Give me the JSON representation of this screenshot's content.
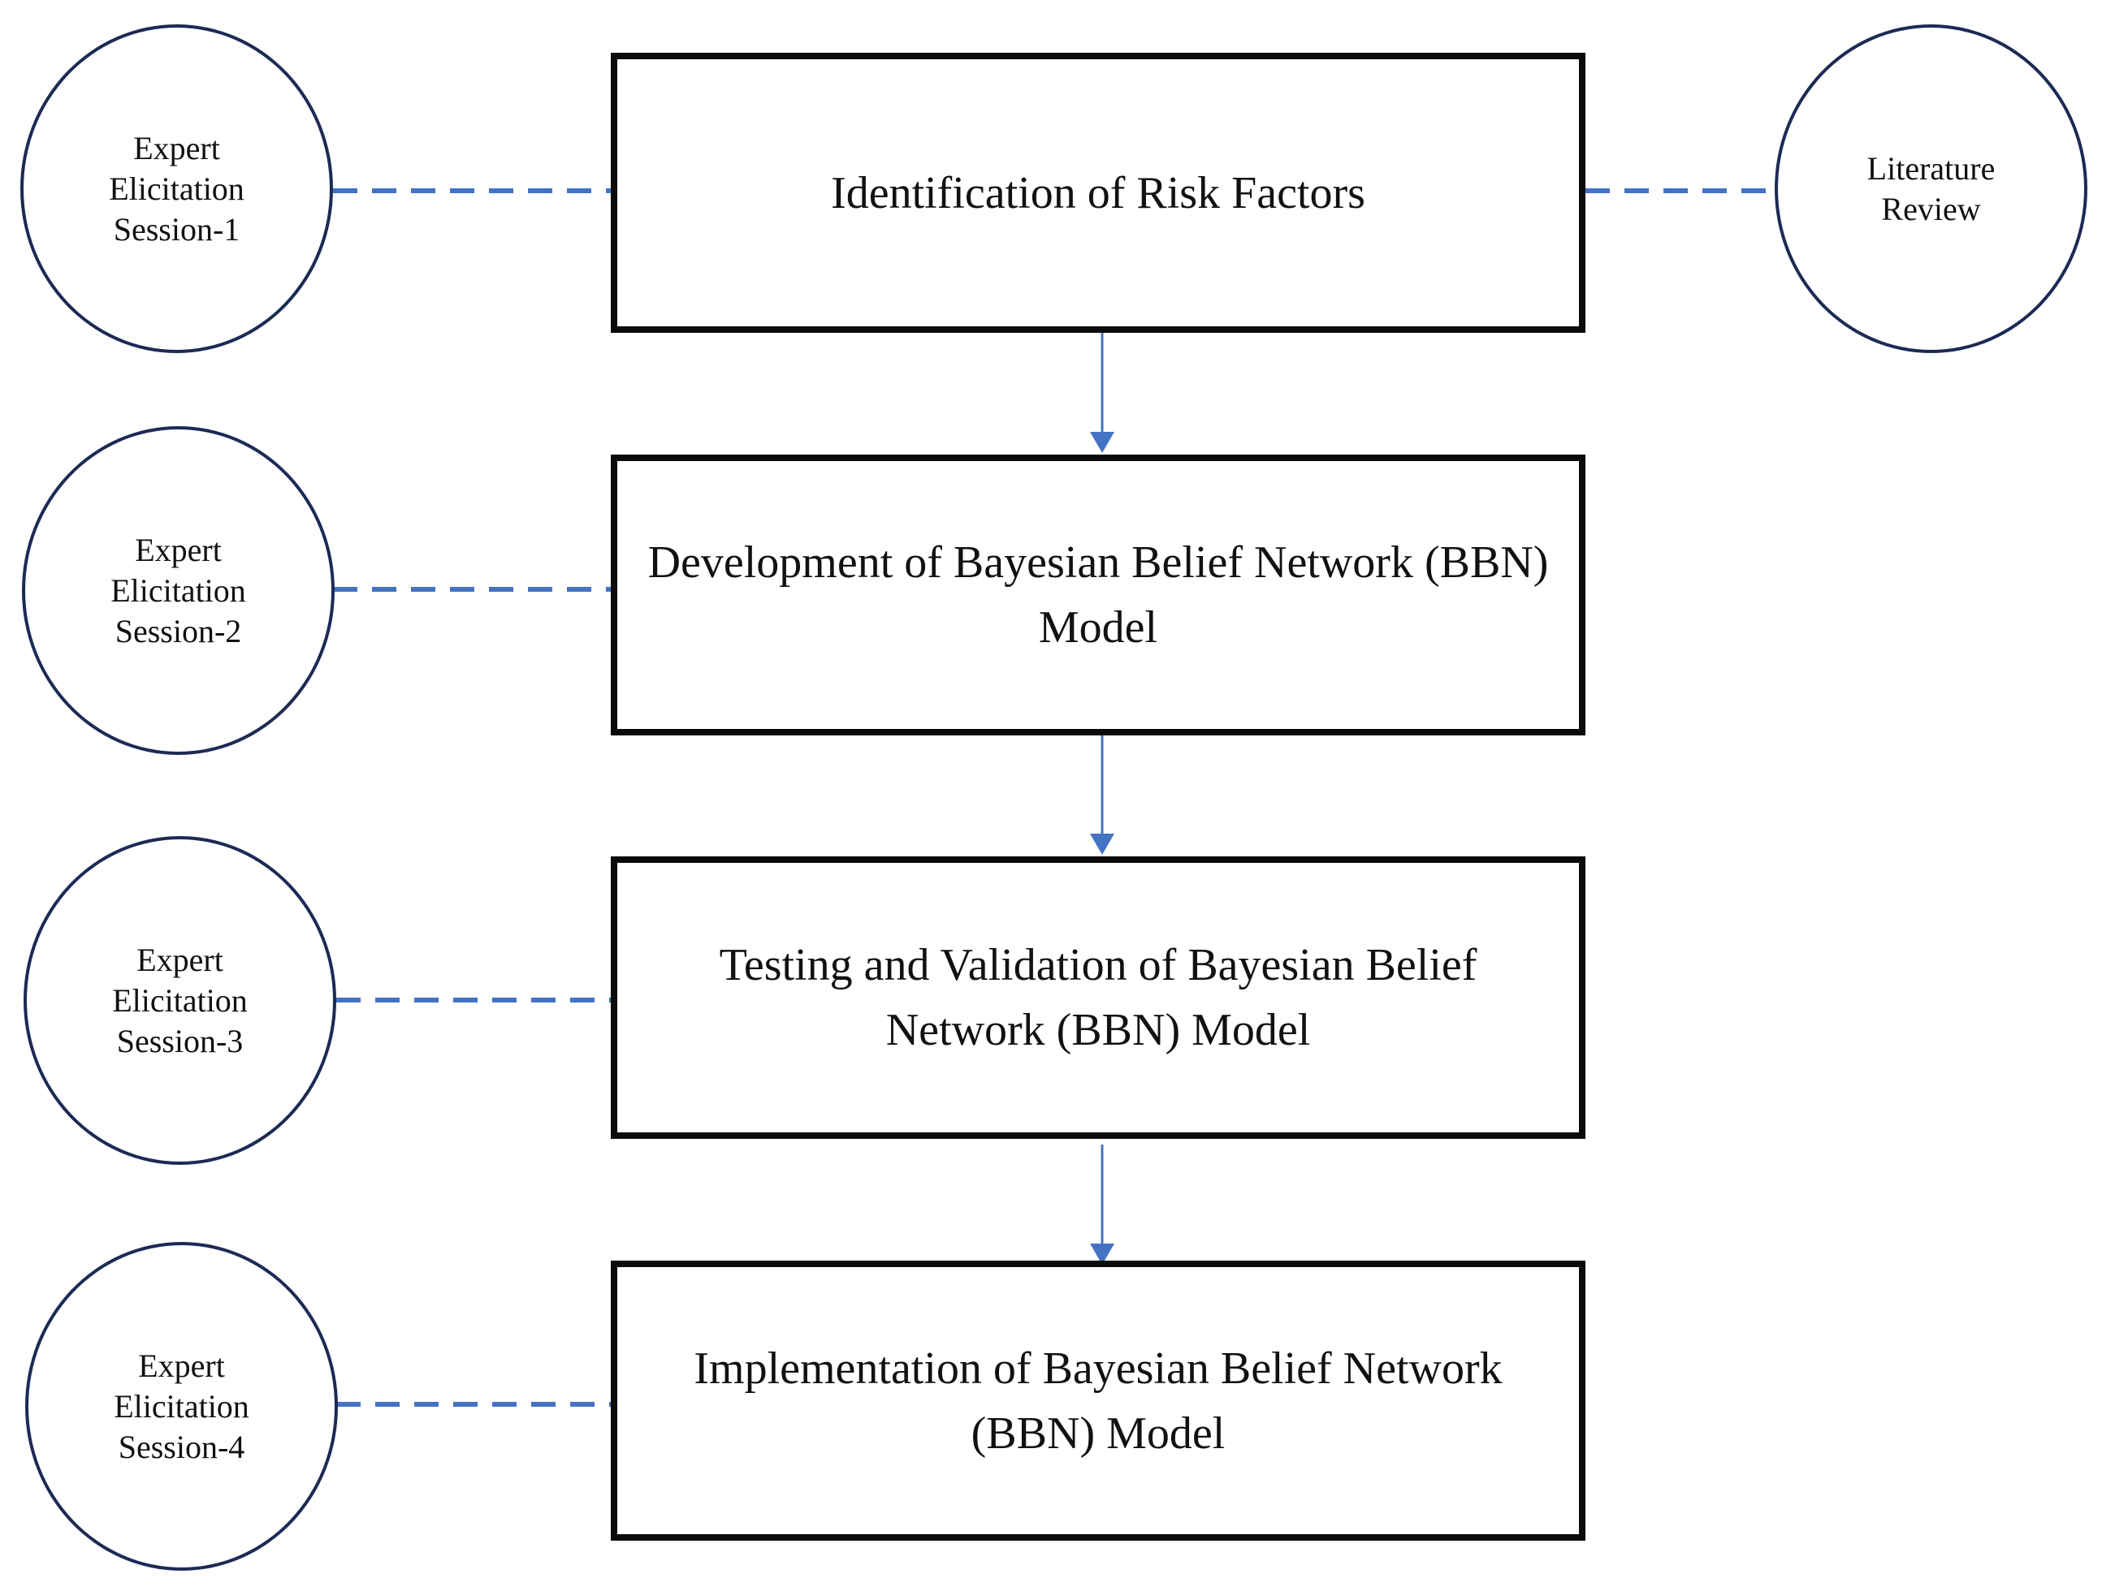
{
  "colors": {
    "box_border": "#0b0b0b",
    "circle_border": "#1c2a55",
    "connector": "#4472c4"
  },
  "steps": [
    {
      "lines": [
        "Identification of Risk Factors"
      ]
    },
    {
      "lines": [
        "Development of Bayesian Belief Network (BBN)",
        "Model"
      ]
    },
    {
      "lines": [
        "Testing and Validation of Bayesian Belief",
        "Network (BBN) Model"
      ]
    },
    {
      "lines": [
        "Implementation of Bayesian Belief Network",
        "(BBN) Model"
      ]
    }
  ],
  "sources": {
    "session_1": [
      "Expert",
      "Elicitation",
      "Session-1"
    ],
    "session_2": [
      "Expert",
      "Elicitation",
      "Session-2"
    ],
    "session_3": [
      "Expert",
      "Elicitation",
      "Session-3"
    ],
    "session_4": [
      "Expert",
      "Elicitation",
      "Session-4"
    ],
    "literature": [
      "Literature",
      "Review"
    ]
  }
}
